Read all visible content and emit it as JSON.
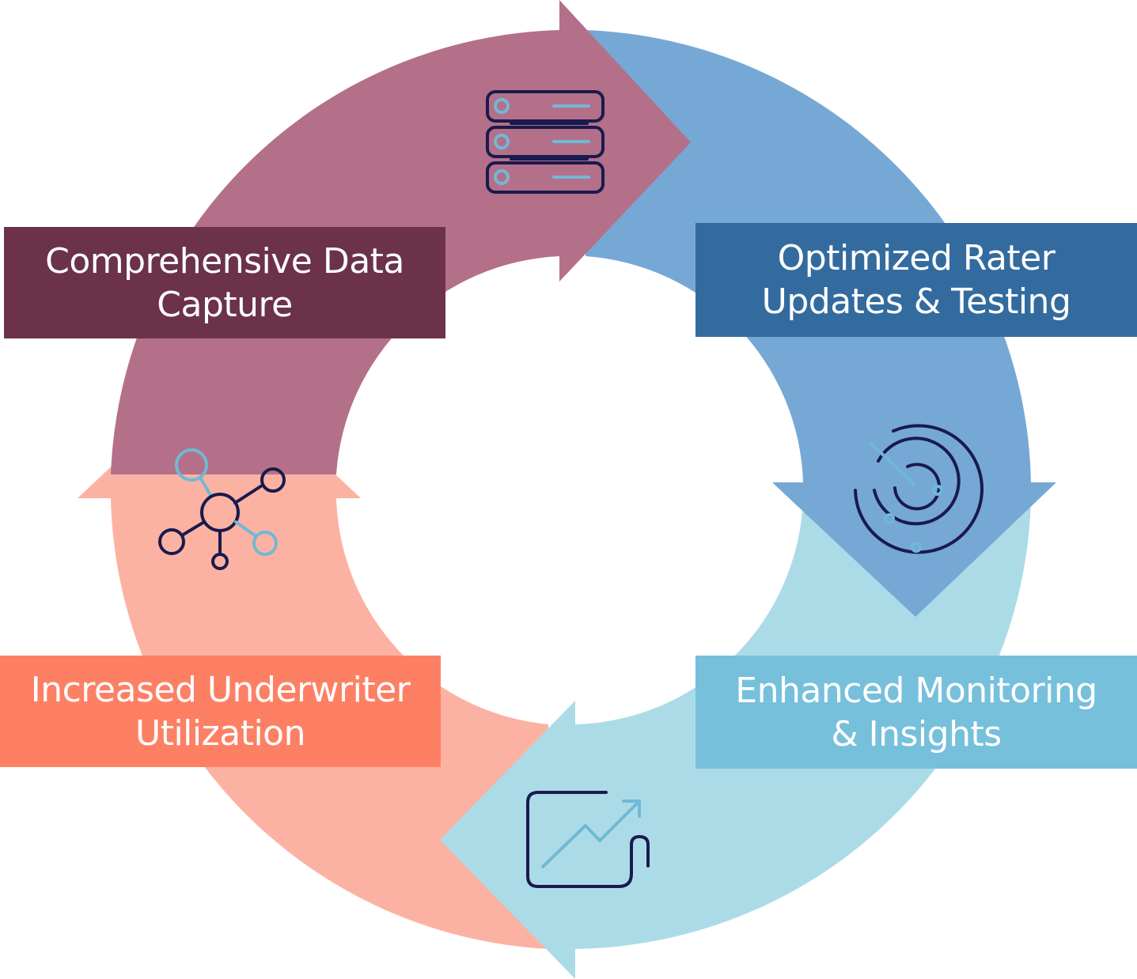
{
  "stages": [
    {
      "id": "data-capture",
      "lines": [
        "Comprehensive Data",
        "Capture"
      ],
      "arrow_color": "#b47089",
      "label_color": "#6b3249",
      "icon": "server-rack-icon"
    },
    {
      "id": "rater",
      "lines": [
        "Optimized Rater",
        "Updates & Testing"
      ],
      "arrow_color": "#76a8d5",
      "label_color": "#336b9e",
      "icon": "radar-icon"
    },
    {
      "id": "monitoring",
      "lines": [
        "Enhanced Monitoring",
        "& Insights"
      ],
      "arrow_color": "#acdbe8",
      "label_color": "#76c0db",
      "icon": "trend-chart-icon"
    },
    {
      "id": "underwriter",
      "lines": [
        "Increased Underwriter",
        "Utilization"
      ],
      "arrow_color": "#fcb2a2",
      "label_color": "#fd8065",
      "icon": "network-nodes-icon"
    }
  ],
  "icon_colors": {
    "dark": "#1a1a4e",
    "light": "#6fb9d6"
  }
}
